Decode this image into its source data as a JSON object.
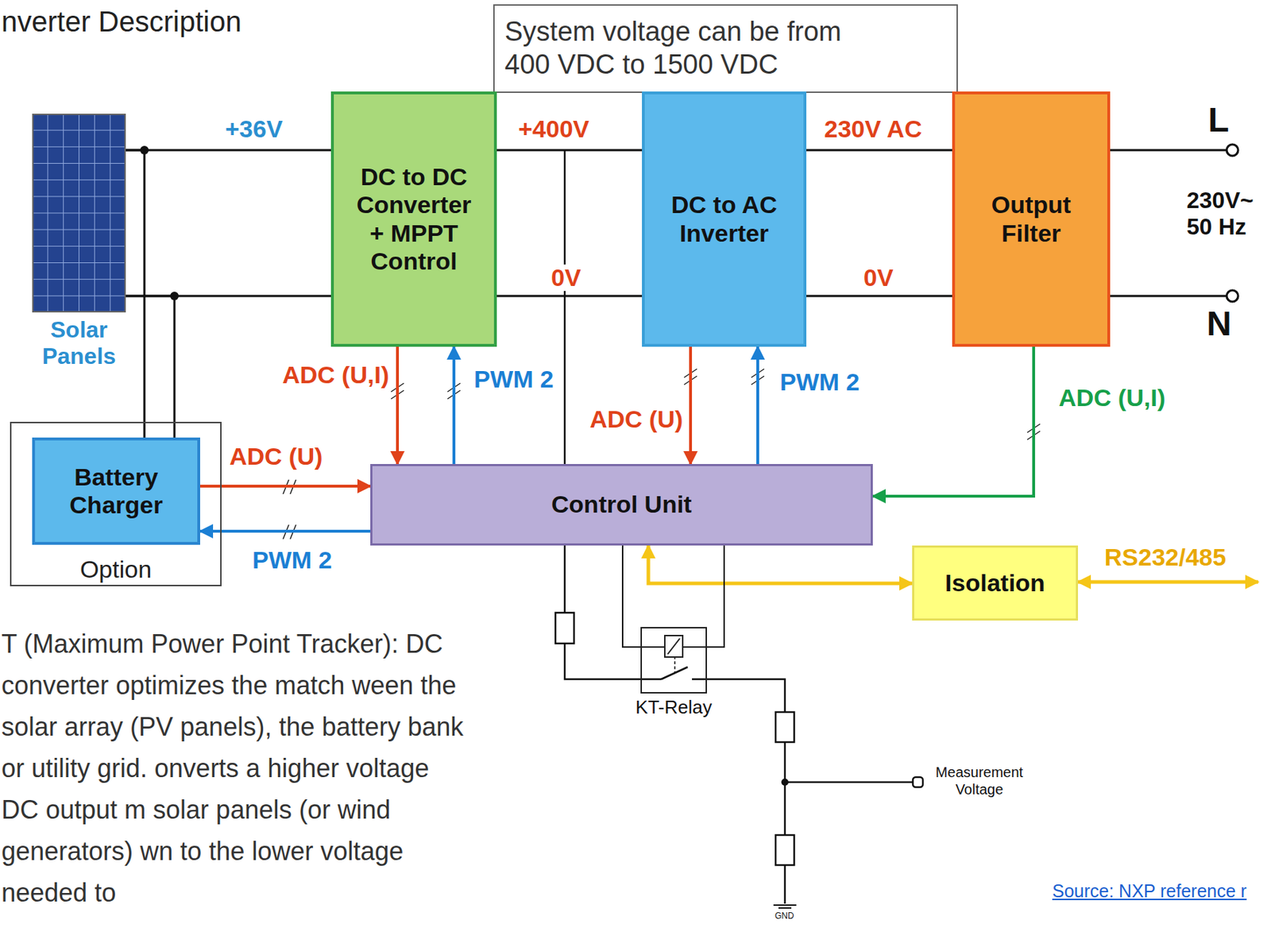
{
  "diagram": {
    "title": "nverter Description",
    "nodes": [
      {
        "text": [
          "System voltage can be from 400 VDC to 1500 VDC"
        ]
      },
      {
        "text": [
          "Solar Panels"
        ]
      },
      {
        "text": [
          "DC to DC Converter + MPPT Control"
        ]
      },
      {
        "text": [
          "DC to AC Inverter"
        ]
      },
      {
        "text": [
          "Output Filter"
        ]
      },
      {
        "text": [
          "Option"
        ]
      },
      {
        "text": [
          "Battery Charger"
        ],
        "in": 5
      },
      {
        "text": [
          "Control Unit"
        ]
      },
      {
        "text": [
          "Isolation"
        ]
      },
      {
        "text": [
          "KT-Relay"
        ]
      }
    ],
    "edges": [
      {
        "from": 1,
        "to": 2,
        "label": "+36V",
        "arrow": "none"
      },
      {
        "from": 1,
        "to": 2,
        "arrow": "none"
      },
      {
        "from": 2,
        "to": 3,
        "label": "+400V",
        "arrow": "none"
      },
      {
        "from": 2,
        "to": 3,
        "label": "0V",
        "arrow": "none"
      },
      {
        "from": 3,
        "to": 4,
        "label": "230V AC",
        "arrow": "none"
      },
      {
        "from": 3,
        "to": 4,
        "label": "0V",
        "arrow": "none"
      },
      {
        "from": 1,
        "to": 6,
        "arrow": "none"
      },
      {
        "from": 1,
        "to": 6,
        "arrow": "none"
      },
      {
        "from": 2,
        "to": 7,
        "label": "ADC (U,I)",
        "arrow": "to"
      },
      {
        "from": 7,
        "to": 2,
        "label": "PWM 2",
        "arrow": "to"
      },
      {
        "from": 3,
        "to": 7,
        "label": "ADC (U)",
        "arrow": "to"
      },
      {
        "from": 7,
        "to": 3,
        "label": "PWM 2",
        "arrow": "to"
      },
      {
        "from": 4,
        "to": 7,
        "label": "ADC (U,I)",
        "arrow": "to"
      },
      {
        "from": 6,
        "to": 7,
        "label": "ADC (U)",
        "arrow": "to"
      },
      {
        "from": 7,
        "to": 6,
        "label": "PWM 2",
        "arrow": "to"
      },
      {
        "from": 7,
        "to": 8,
        "arrow": "both"
      },
      {
        "from": 7,
        "to": 9,
        "arrow": "none"
      },
      {
        "from": 7,
        "to": 9,
        "arrow": "none"
      }
    ],
    "labels": [
      "L",
      "230V~ 50 Hz",
      "N",
      "RS232/485",
      "Measurement Voltage",
      "GND",
      "T (Maximum Power Point Tracker): DC converter optimizes the match ween the solar array (PV panels), the battery bank or utility grid. onverts a higher voltage DC output m solar panels (or wind generators) wn to the lower voltage needed to",
      "Source: NXP reference r"
    ]
  }
}
